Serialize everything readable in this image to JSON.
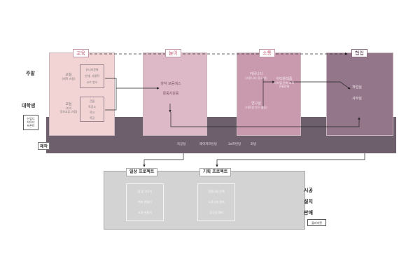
{
  "rows": {
    "weekly": "주말",
    "college": "대학생",
    "production": "제작"
  },
  "left_box": [
    "산업디",
    "자이너",
    "프론트"
  ],
  "phases": [
    "교육",
    "놀이",
    "소통",
    "협업"
  ],
  "col1": {
    "top_label": "교실",
    "top_sub": "(대학 과정)",
    "top_box": [
      "유니티문화",
      "인체, 사물학",
      "교수 방식"
    ],
    "bottom_label": "교실",
    "bottom_sub": [
      "(지식",
      "정보교류 과정)"
    ],
    "bottom_box": [
      "건물",
      "목공소",
      "학교",
      "목공"
    ]
  },
  "col2": {
    "line1": "창작 모둠에스",
    "line2": "활동지원동"
  },
  "col3": {
    "a_label": "커뮤니티",
    "a_sub": "(커뮤니티 장소 방)",
    "b_label": "연구실",
    "b_sub": "(대학생 연구 활동)",
    "c_label": "아티플래폼",
    "c_sub": [
      "디지털 문화 교육",
      "전통문화"
    ]
  },
  "col4": {
    "line1": "작업실",
    "line2": "사무실"
  },
  "tools": [
    "목공실",
    "레이저프린팅",
    "3d프린팅",
    "화방"
  ],
  "projects": {
    "left_title": "일상 프로젝트",
    "left_items": [
      "집 앞 가꾸기",
      "벽지 만들기",
      "조경 만들기"
    ],
    "right_title": "기획 프로젝트",
    "right_items": [
      "전원시설 산책",
      "노후시설 정비",
      "공공길 정비"
    ]
  },
  "outputs": [
    "시공",
    "설치",
    "판매"
  ],
  "output_box": "플리마켓",
  "colors": {
    "band": "#6e5f6c",
    "col1": "#f3d4d4",
    "col2": "#ddb8c6",
    "col3": "#c999ad",
    "col4": "#937689",
    "project": "#d3d3d3"
  }
}
